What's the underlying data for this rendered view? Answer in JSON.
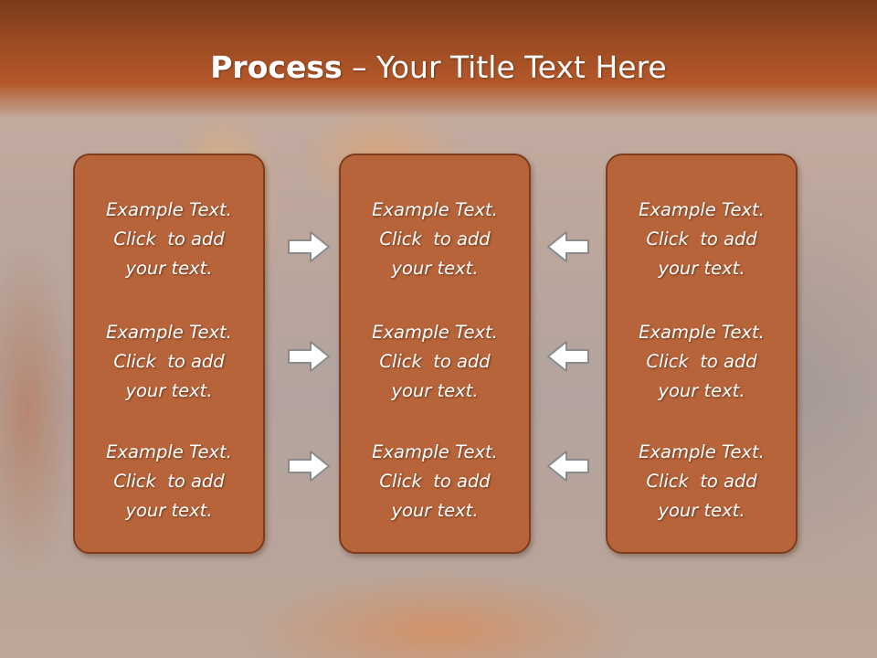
{
  "title": {
    "bold": "Process",
    "rest": " – Your Title Text Here"
  },
  "columns": [
    {
      "items": [
        {
          "line1": "Example Text.",
          "line2": "Click  to add",
          "line3": "your text."
        },
        {
          "line1": "Example Text.",
          "line2": "Click  to add",
          "line3": "your text."
        },
        {
          "line1": "Example Text.",
          "line2": "Click  to add",
          "line3": "your text."
        }
      ]
    },
    {
      "items": [
        {
          "line1": "Example Text.",
          "line2": "Click  to add",
          "line3": "your text."
        },
        {
          "line1": "Example Text.",
          "line2": "Click  to add",
          "line3": "your text."
        },
        {
          "line1": "Example Text.",
          "line2": "Click  to add",
          "line3": "your text."
        }
      ]
    },
    {
      "items": [
        {
          "line1": "Example Text.",
          "line2": "Click  to add",
          "line3": "your text."
        },
        {
          "line1": "Example Text.",
          "line2": "Click  to add",
          "line3": "your text."
        },
        {
          "line1": "Example Text.",
          "line2": "Click  to add",
          "line3": "your text."
        }
      ]
    }
  ],
  "arrows": {
    "left_group": "arrow-right-icon",
    "right_group": "arrow-left-icon"
  },
  "colors": {
    "header": "#9b4a22",
    "card_fill": "#b8643a",
    "card_border": "#7d3c1c",
    "text": "#ffffff"
  }
}
